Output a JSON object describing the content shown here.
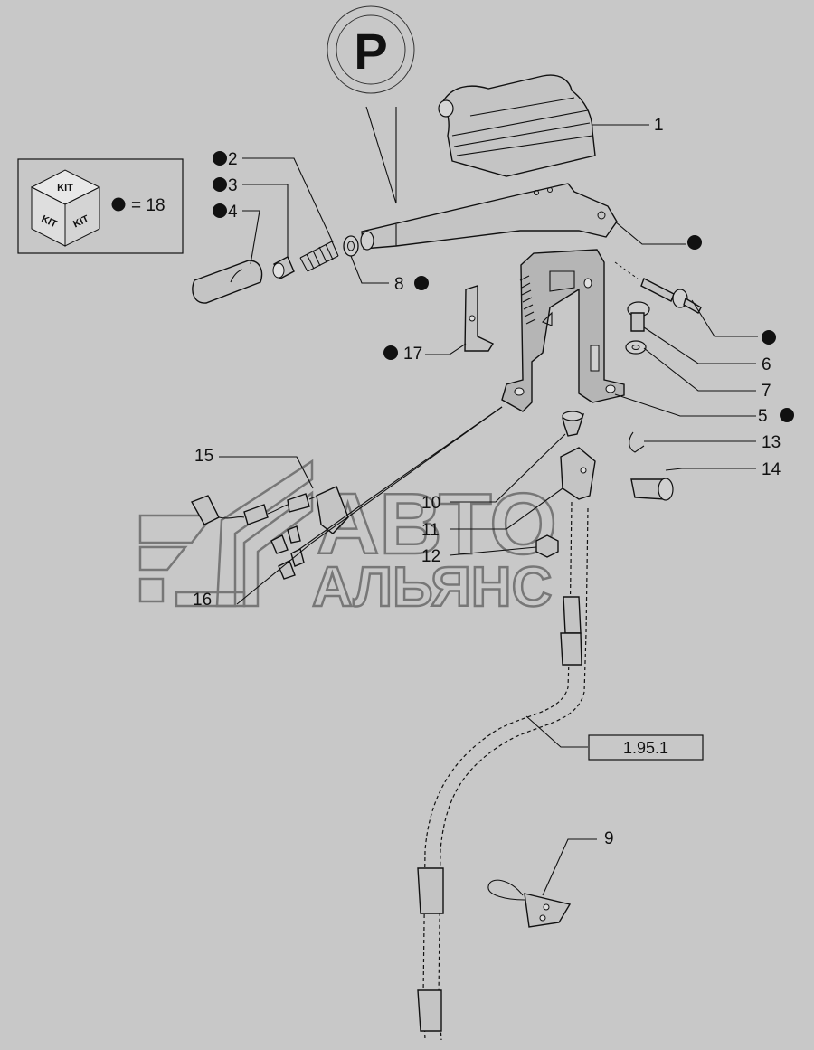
{
  "symbol": {
    "letter": "P"
  },
  "kit": {
    "face_labels": [
      "KIT",
      "KIT",
      "KIT"
    ],
    "legend_text": "= 18"
  },
  "callouts": {
    "c1": "1",
    "c2": "2",
    "c3": "3",
    "c4": "4",
    "c5": "5",
    "c6": "6",
    "c7": "7",
    "c8": "8",
    "c9": "9",
    "c10": "10",
    "c11": "11",
    "c12": "12",
    "c13": "13",
    "c14": "14",
    "c15": "15",
    "c16": "16",
    "c17": "17"
  },
  "reference": {
    "label": "1.95.1"
  },
  "watermark": {
    "line1": "АВТО",
    "line2": "АЛЬЯНС"
  }
}
